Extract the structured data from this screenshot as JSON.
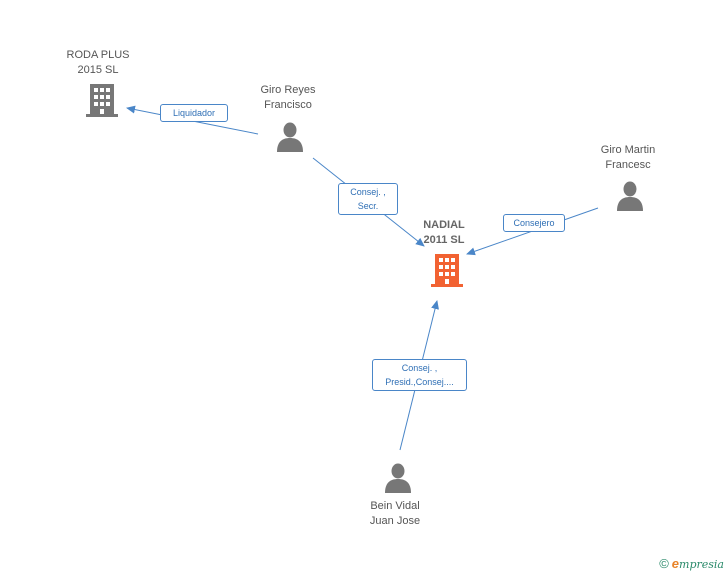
{
  "nodes": {
    "roda": {
      "line1": "RODA PLUS",
      "line2": "2015 SL",
      "kind": "company",
      "color": "#777777",
      "icon": "building-icon"
    },
    "nadial": {
      "line1": "NADIAL",
      "line2": "2011 SL",
      "kind": "company-main",
      "color": "#f26232",
      "icon": "building-icon"
    },
    "giro_reyes": {
      "line1": "Giro Reyes",
      "line2": "Francisco",
      "kind": "person",
      "color": "#777777",
      "icon": "person-icon"
    },
    "giro_martin": {
      "line1": "Giro Martin",
      "line2": "Francesc",
      "kind": "person",
      "color": "#777777",
      "icon": "person-icon"
    },
    "bein_vidal": {
      "line1": "Bein Vidal",
      "line2": "Juan Jose",
      "kind": "person",
      "color": "#777777",
      "icon": "person-icon"
    }
  },
  "edges": {
    "liquidador": {
      "label": "Liquidador",
      "from": "giro_reyes",
      "to": "roda"
    },
    "consej_secr": {
      "line1": "Consej. ,",
      "line2": "Secr.",
      "from": "giro_reyes",
      "to": "nadial"
    },
    "consejero": {
      "label": "Consejero",
      "from": "giro_martin",
      "to": "nadial"
    },
    "consej_presid": {
      "line1": "Consej. ,",
      "line2": "Presid.,Consej....",
      "from": "bein_vidal",
      "to": "nadial"
    }
  },
  "colors": {
    "edge": "#4a86c8",
    "edge_label_text": "#2f6fb5"
  },
  "footer": {
    "copyright": "©",
    "brand_initial": "e",
    "brand_rest": "mpresia"
  }
}
